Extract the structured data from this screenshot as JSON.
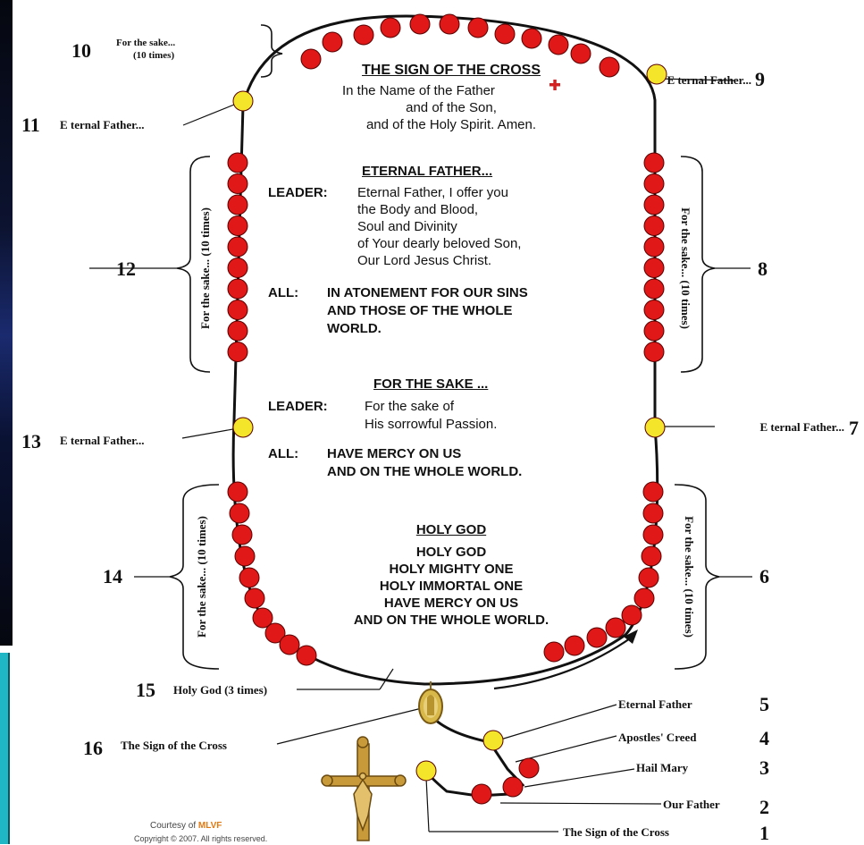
{
  "colors": {
    "bead_red": "#e01818",
    "bead_yellow": "#f5e52a",
    "chain": "#111111",
    "cross_red": "#d42020",
    "accent_orange": "#e07a12",
    "teal": "#1fb7c6"
  },
  "center": {
    "sign_heading": "THE SIGN OF THE CROSS",
    "sign_lines": [
      "In the Name of the Father",
      "and of the Son,",
      "and of the Holy Spirit.  Amen."
    ],
    "eternal_heading": "ETERNAL FATHER...",
    "leader_label": "LEADER:",
    "eternal_leader_lines": [
      "Eternal Father, I offer you",
      "the Body and Blood,",
      "Soul and Divinity",
      "of Your dearly beloved Son,",
      "Our Lord Jesus Christ."
    ],
    "all_label": "ALL:",
    "eternal_all_lines": [
      "IN ATONEMENT FOR OUR SINS",
      "AND THOSE OF THE WHOLE",
      "WORLD."
    ],
    "sake_heading": "FOR THE SAKE ...",
    "sake_leader_lines": [
      "For the sake of",
      "His sorrowful Passion."
    ],
    "sake_all_lines": [
      "HAVE MERCY ON US",
      "AND ON THE WHOLE WORLD."
    ],
    "holy_heading": "HOLY GOD",
    "holy_lines": [
      "HOLY GOD",
      "HOLY MIGHTY ONE",
      "HOLY IMMORTAL ONE",
      "HAVE MERCY ON US",
      "AND ON THE WHOLE WORLD."
    ]
  },
  "steps": [
    {
      "num": "1",
      "label": "The Sign of the Cross"
    },
    {
      "num": "2",
      "label": "Our Father"
    },
    {
      "num": "3",
      "label": "Hail Mary"
    },
    {
      "num": "4",
      "label": "Apostles' Creed"
    },
    {
      "num": "5",
      "label": "Eternal Father"
    },
    {
      "num": "6",
      "label": "For the sake... (10 times)"
    },
    {
      "num": "7",
      "label": "E ternal Father..."
    },
    {
      "num": "8",
      "label": "For the sake... (10 times)"
    },
    {
      "num": "9",
      "label": "E ternal Father..."
    },
    {
      "num": "10",
      "label": "For the sake...",
      "label2": "(10 times)"
    },
    {
      "num": "11",
      "label": "E ternal Father..."
    },
    {
      "num": "12",
      "label": "For the sake... (10 times)"
    },
    {
      "num": "13",
      "label": "E ternal Father..."
    },
    {
      "num": "14",
      "label": "For the sake... (10 times)"
    },
    {
      "num": "15",
      "label": "Holy God (3 times)"
    },
    {
      "num": "16",
      "label": "The Sign of the Cross"
    }
  ],
  "credit": {
    "prefix": "Courtesy of ",
    "brand": "MLVF",
    "copyright": "Copyright © 2007.  All rights reserved."
  }
}
